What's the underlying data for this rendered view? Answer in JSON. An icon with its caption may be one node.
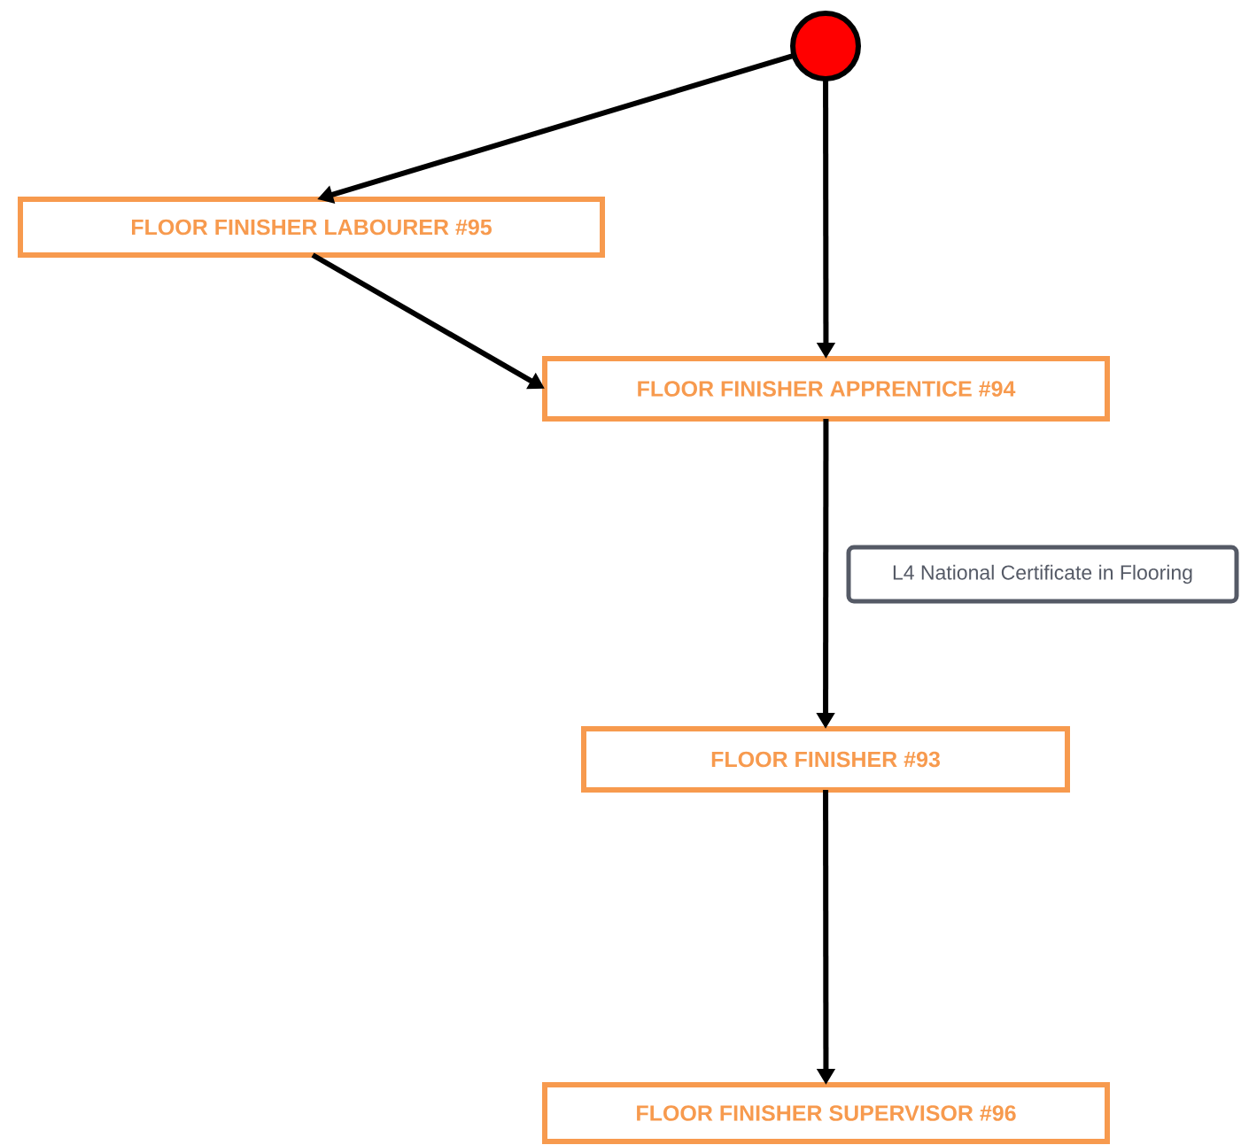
{
  "diagram": {
    "nodes": [
      {
        "text": [],
        "shape": "circle"
      },
      {
        "text": [
          "FLOOR FINISHER LABOURER #95"
        ]
      },
      {
        "text": [
          "FLOOR FINISHER APPRENTICE #94"
        ]
      },
      {
        "text": [
          "L4 National Certificate in Flooring"
        ]
      },
      {
        "text": [
          "FLOOR FINISHER #93"
        ]
      },
      {
        "text": [
          "FLOOR FINISHER SUPERVISOR #96"
        ]
      }
    ],
    "edges": [
      {
        "from": 0,
        "to": 1,
        "arrow": "to"
      },
      {
        "from": 0,
        "to": 2,
        "arrow": "to"
      },
      {
        "from": 1,
        "to": 2,
        "arrow": "to"
      },
      {
        "from": 2,
        "to": 4,
        "arrow": "to"
      },
      {
        "from": 4,
        "to": 5,
        "arrow": "to"
      }
    ]
  }
}
